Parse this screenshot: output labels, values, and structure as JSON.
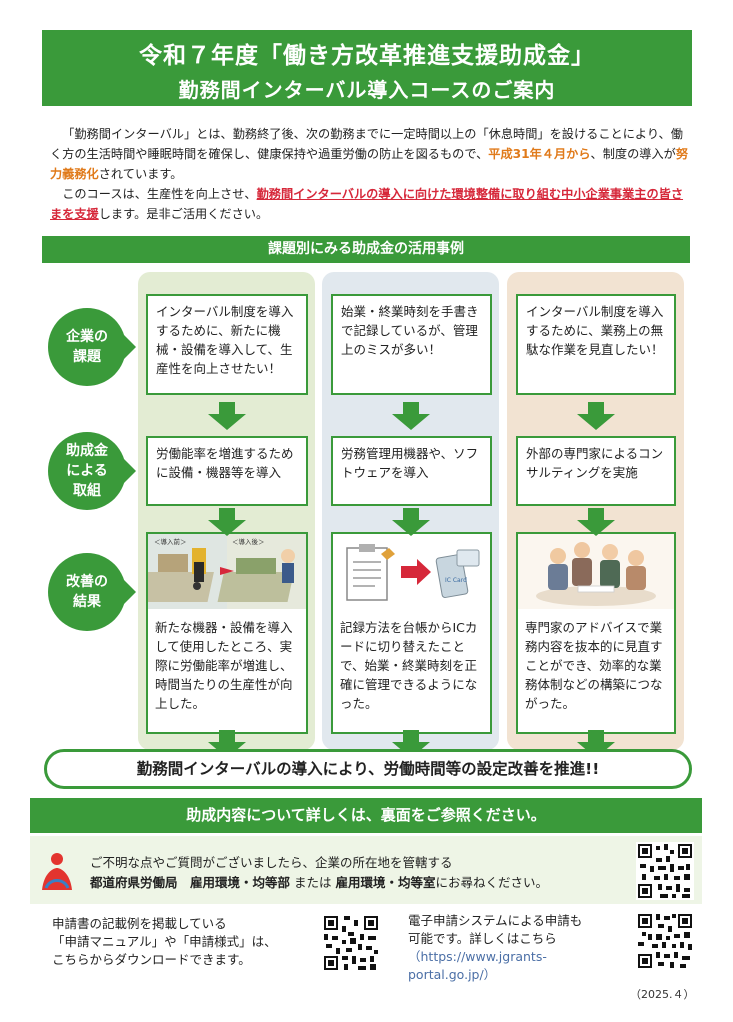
{
  "header": {
    "title_line1": "令和７年度「働き方改革推進支援助成金」",
    "title_line2": "勤務間インターバル導入コースのご案内"
  },
  "intro": {
    "p1_a": "「勤務間インターバル」とは、勤務終了後、次の勤務までに一定時間以上の「休息時間」を設けることにより、働く方の生活時間や睡眠時間を確保し、健康保持や過重労働の防止を図るもので、",
    "p1_highlight1": "平成31年４月から",
    "p1_b": "、制度の導入が",
    "p1_highlight2": "努力義務化",
    "p1_c": "されています。",
    "p2_a": "このコースは、生産性を向上させ、",
    "p2_highlight": "勤務間インターバルの導入に向けた環境整備に取り組む中小企業事業主の皆さまを支援",
    "p2_b": "します。是非ご活用ください。"
  },
  "section_title": "課題別にみる助成金の活用事例",
  "row_labels": {
    "row1": [
      "企業の",
      "課題"
    ],
    "row2": [
      "助成金",
      "による",
      "取組"
    ],
    "row3": [
      "改善の",
      "結果"
    ]
  },
  "cases": [
    {
      "issue": "インターバル制度を導入するために、新たに機械・設備を導入して、生産性を向上させたい！",
      "action": "労働能率を増進するために設備・機器等を導入",
      "result": "新たな機器・設備を導入して使用したところ、実際に労働能率が増進し、時間当たりの生産性が向上した。",
      "before_label": "＜導入前＞",
      "after_label": "＜導入後＞"
    },
    {
      "issue": "始業・終業時刻を手書きで記録しているが、管理上のミスが多い！",
      "action": "労務管理用機器や、ソフトウェアを導入",
      "result": "記録方法を台帳からICカードに切り替えたことで、始業・終業時刻を正確に管理できるようになった。",
      "card_label": "IC Card"
    },
    {
      "issue": "インターバル制度を導入するために、業務上の無駄な作業を見直したい！",
      "action": "外部の専門家によるコンサルティングを実施",
      "result": "専門家のアドバイスで業務内容を抜本的に見直すことができ、効率的な業務体制などの構築につながった。"
    }
  ],
  "conclusion": "勤務間インターバルの導入により、労働時間等の設定改善を推進!!",
  "bottom_bar": "助成内容について詳しくは、裏面をご参照ください。",
  "contact": {
    "line1": "ご不明な点やご質問がございましたら、企業の所在地を管轄する",
    "line2_bold1": "都道府県労働局　雇用環境・均等部",
    "line2_mid": " または ",
    "line2_bold2": "雇用環境・均等室",
    "line2_end": "にお尋ねください。"
  },
  "footer": {
    "left_lines": [
      "申請書の記載例を掲載している",
      "「申請マニュアル」や「申請様式」は、",
      "こちらからダウンロードできます。"
    ],
    "right_lines": [
      "電子申請システムによる申請も",
      "可能です。詳しくはこちら"
    ],
    "url_lines": [
      "（https://www.jgrants-",
      "portal.go.jp/）"
    ],
    "date": "（2025.４）"
  },
  "colors": {
    "green": "#3a9a3a",
    "orange": "#e07a1a",
    "red": "#d6283a"
  }
}
